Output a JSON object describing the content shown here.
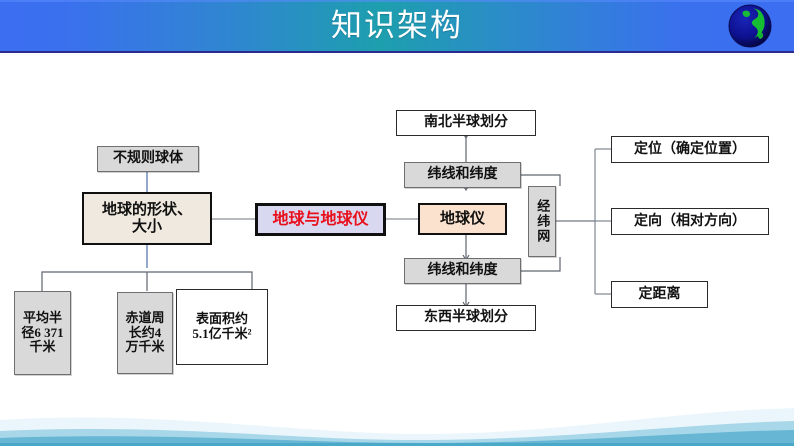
{
  "header": {
    "title": "知识架构",
    "globe_icon": "globe-icon",
    "gradient_left": "#3b6ef0",
    "gradient_center": "#1d9fae",
    "gradient_right": "#3b6ef0",
    "border_color": "#2b2b8f",
    "title_color": "#ffffff"
  },
  "footer": {
    "wave_color_top": "#eaf6fb",
    "wave_color_mid": "#7fc3dd",
    "wave_color_bottom": "#4aa8c9"
  },
  "diagram": {
    "type": "mind-map",
    "center_node": {
      "label": "地球与地球仪",
      "text_color": "#e8101b",
      "fill": "#d8d8f0",
      "border": "#101010"
    },
    "left_branch": {
      "top_node": {
        "label": "不规则球体",
        "fill": "#d9d9d9"
      },
      "main_node": {
        "label": "地球的形状、\n大小",
        "fill": "#f0e9df"
      },
      "children": [
        {
          "label": "平均半\n径6 371\n千米",
          "fill": "#d9d9d9"
        },
        {
          "label": "赤道周\n长约4\n万千米",
          "fill": "#d9d9d9"
        },
        {
          "label": "表面积约\n5.1亿千米²",
          "fill": "#ffffff"
        }
      ]
    },
    "middle_branch": {
      "top_node": {
        "label": "南北半球划分",
        "fill": "#ffffff"
      },
      "upper_node": {
        "label": "纬线和纬度",
        "fill": "#d9d9d9"
      },
      "main_node": {
        "label": "地球仪",
        "fill": "#fbe2ce"
      },
      "lower_node": {
        "label": "纬线和纬度",
        "fill": "#d9d9d9"
      },
      "bottom_node": {
        "label": "东西半球划分",
        "fill": "#ffffff"
      },
      "grid_node": {
        "label": "经纬网",
        "fill": "#d9d9d9",
        "orientation": "vertical"
      }
    },
    "right_branch": [
      {
        "label": "定位（确定位置）",
        "fill": "#ffffff"
      },
      {
        "label": "定向（相对方向）",
        "fill": "#ffffff"
      },
      {
        "label": "定距离",
        "fill": "#ffffff"
      }
    ]
  }
}
